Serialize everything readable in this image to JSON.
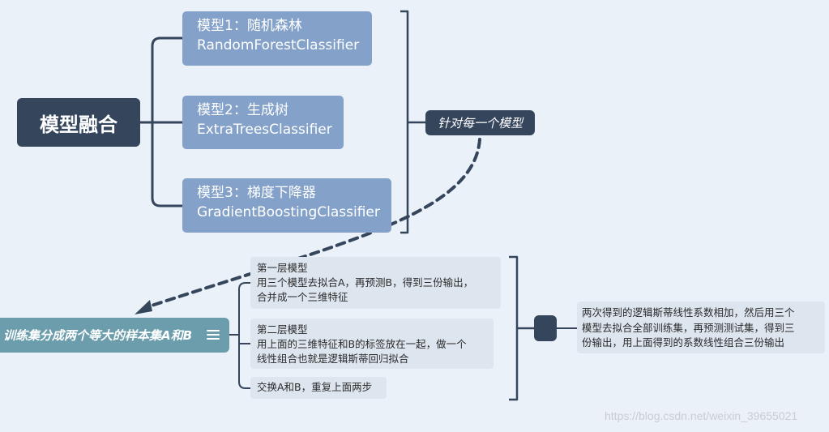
{
  "root": {
    "label": "模型融合"
  },
  "models": [
    {
      "title": "模型1：随机森林",
      "classifier": "RandomForestClassifier"
    },
    {
      "title": "模型2：生成树",
      "classifier": "ExtraTreesClassifier"
    },
    {
      "title": "模型3：梯度下降器",
      "classifier": "GradientBoostingClassifier"
    }
  ],
  "per_model_tag": "针对每一个模型",
  "split": {
    "label": "训练集分成两个等大的样本集A和B",
    "icon": "menu-lines-icon"
  },
  "steps": [
    {
      "lines": [
        "第一层模型",
        "用三个模型去拟合A，再预测B，得到三份输出，",
        "合并成一个三维特征"
      ]
    },
    {
      "lines": [
        "第二层模型",
        "用上面的三维特征和B的标签放在一起，做一个",
        "线性组合也就是逻辑斯蒂回归拟合"
      ]
    },
    {
      "lines": [
        "交换A和B，重复上面两步"
      ]
    }
  ],
  "conclusion": {
    "lines": [
      "两次得到的逻辑斯蒂线性系数相加，然后用三个",
      "模型去拟合全部训练集，再预测测试集，得到三",
      "份输出，用上面得到的系数线性组合三份输出"
    ]
  },
  "watermark": "https://blog.csdn.net/weixin_39655021",
  "colors": {
    "background": "#eaf1f9",
    "dark_node": "#34455c",
    "model_node": "#84a2c9",
    "split_node": "#6b9dac",
    "text_box": "#dde5ef"
  }
}
